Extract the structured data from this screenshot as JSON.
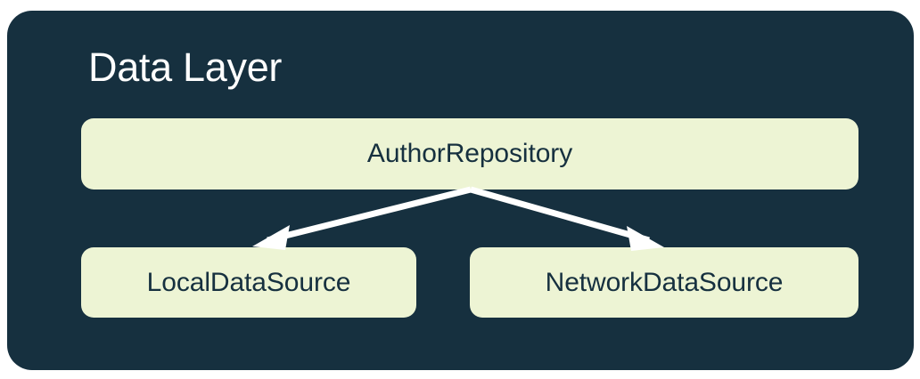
{
  "diagram": {
    "type": "architecture-layer-diagram",
    "title": "Data Layer",
    "panel_color": "#16303F",
    "node_fill_color": "#EDF4D4",
    "node_text_color": "#16303F",
    "title_color": "#FFFFFF",
    "connector_color": "#FFFFFF",
    "page_background": "#FFFFFF",
    "nodes": [
      {
        "id": "repository",
        "label": "AuthorRepository",
        "row": 0
      },
      {
        "id": "local",
        "label": "LocalDataSource",
        "row": 1
      },
      {
        "id": "network",
        "label": "NetworkDataSource",
        "row": 1
      }
    ],
    "connectors": [
      {
        "from": "repository",
        "to": "local",
        "style": "solid-arrow"
      },
      {
        "from": "repository",
        "to": "network",
        "style": "solid-arrow"
      }
    ]
  }
}
